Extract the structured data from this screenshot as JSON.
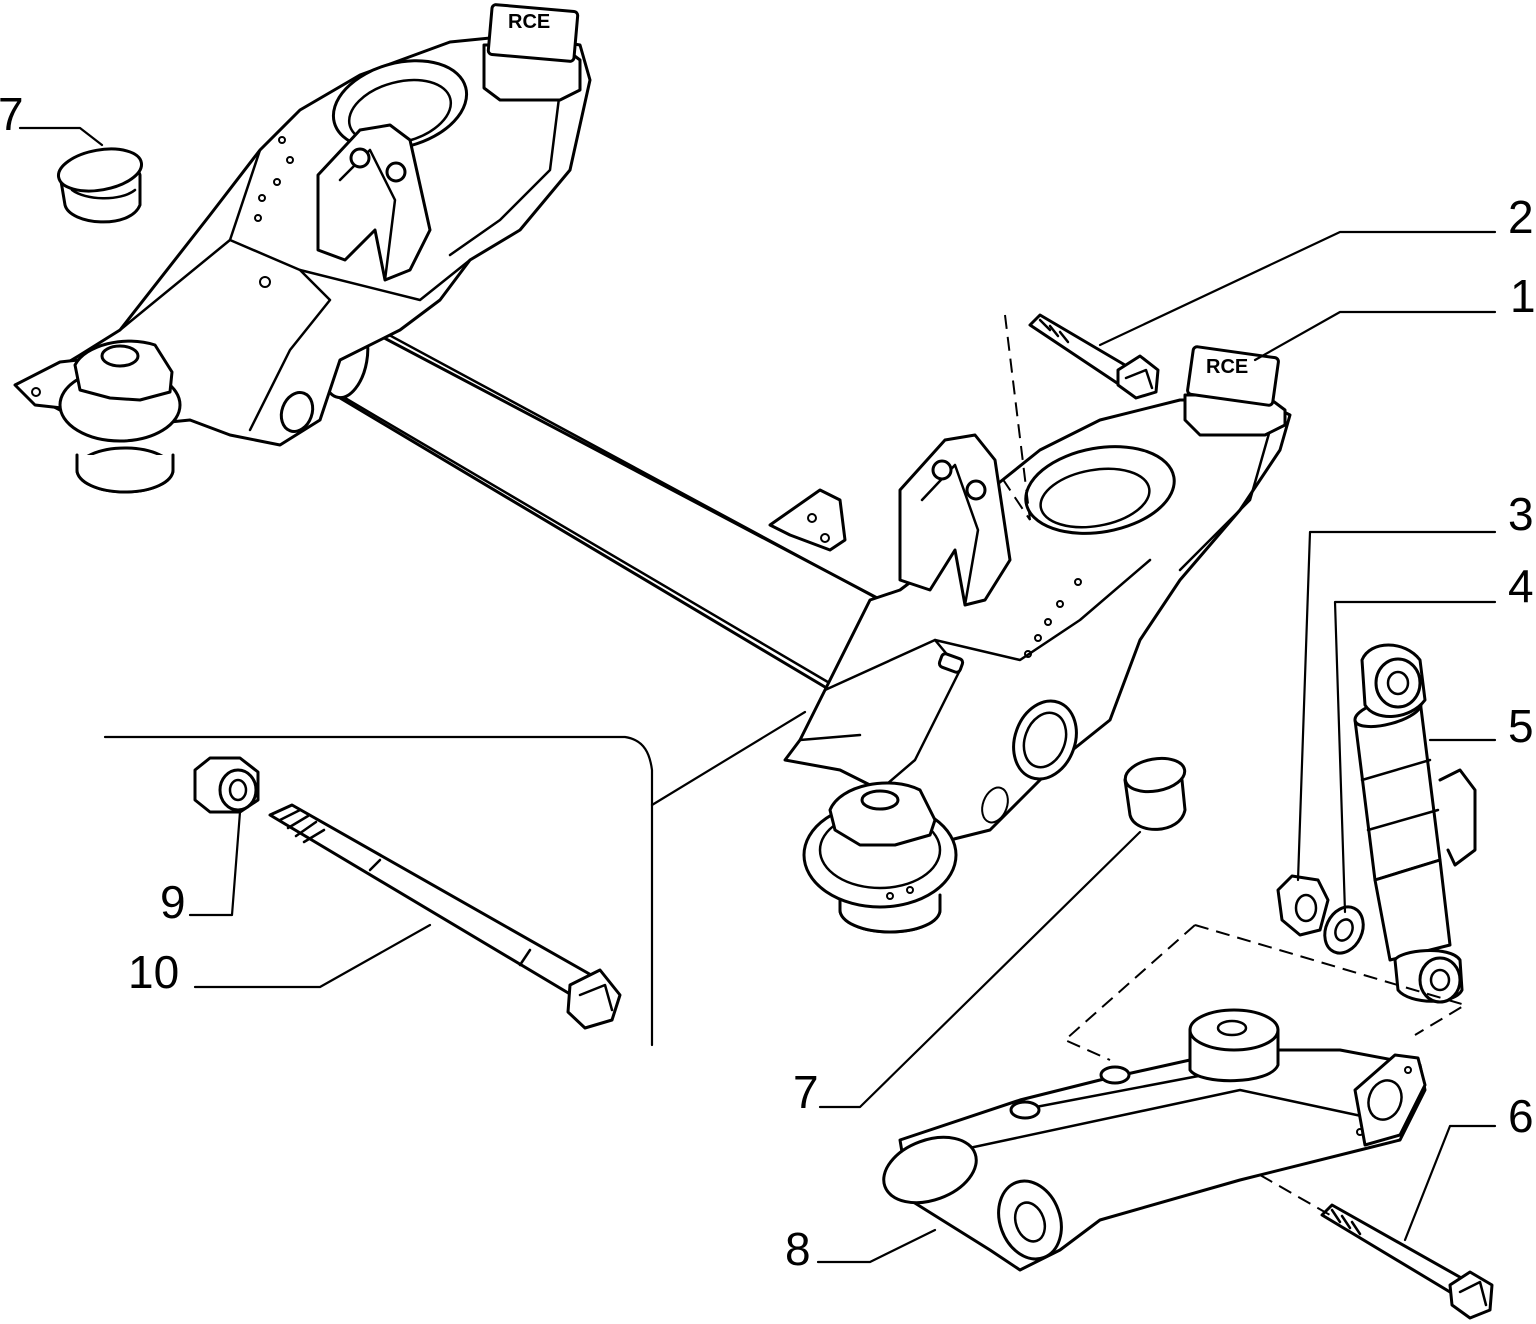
{
  "diagram": {
    "callouts": [
      {
        "id": "c1",
        "label": "1"
      },
      {
        "id": "c2",
        "label": "2"
      },
      {
        "id": "c3",
        "label": "3"
      },
      {
        "id": "c4",
        "label": "4"
      },
      {
        "id": "c5",
        "label": "5"
      },
      {
        "id": "c6",
        "label": "6"
      },
      {
        "id": "c7a",
        "label": "7"
      },
      {
        "id": "c7b",
        "label": "7"
      },
      {
        "id": "c8",
        "label": "8"
      },
      {
        "id": "c9",
        "label": "9"
      },
      {
        "id": "c10",
        "label": "10"
      }
    ],
    "stamps": {
      "left": "RCE",
      "right": "RCE"
    }
  }
}
